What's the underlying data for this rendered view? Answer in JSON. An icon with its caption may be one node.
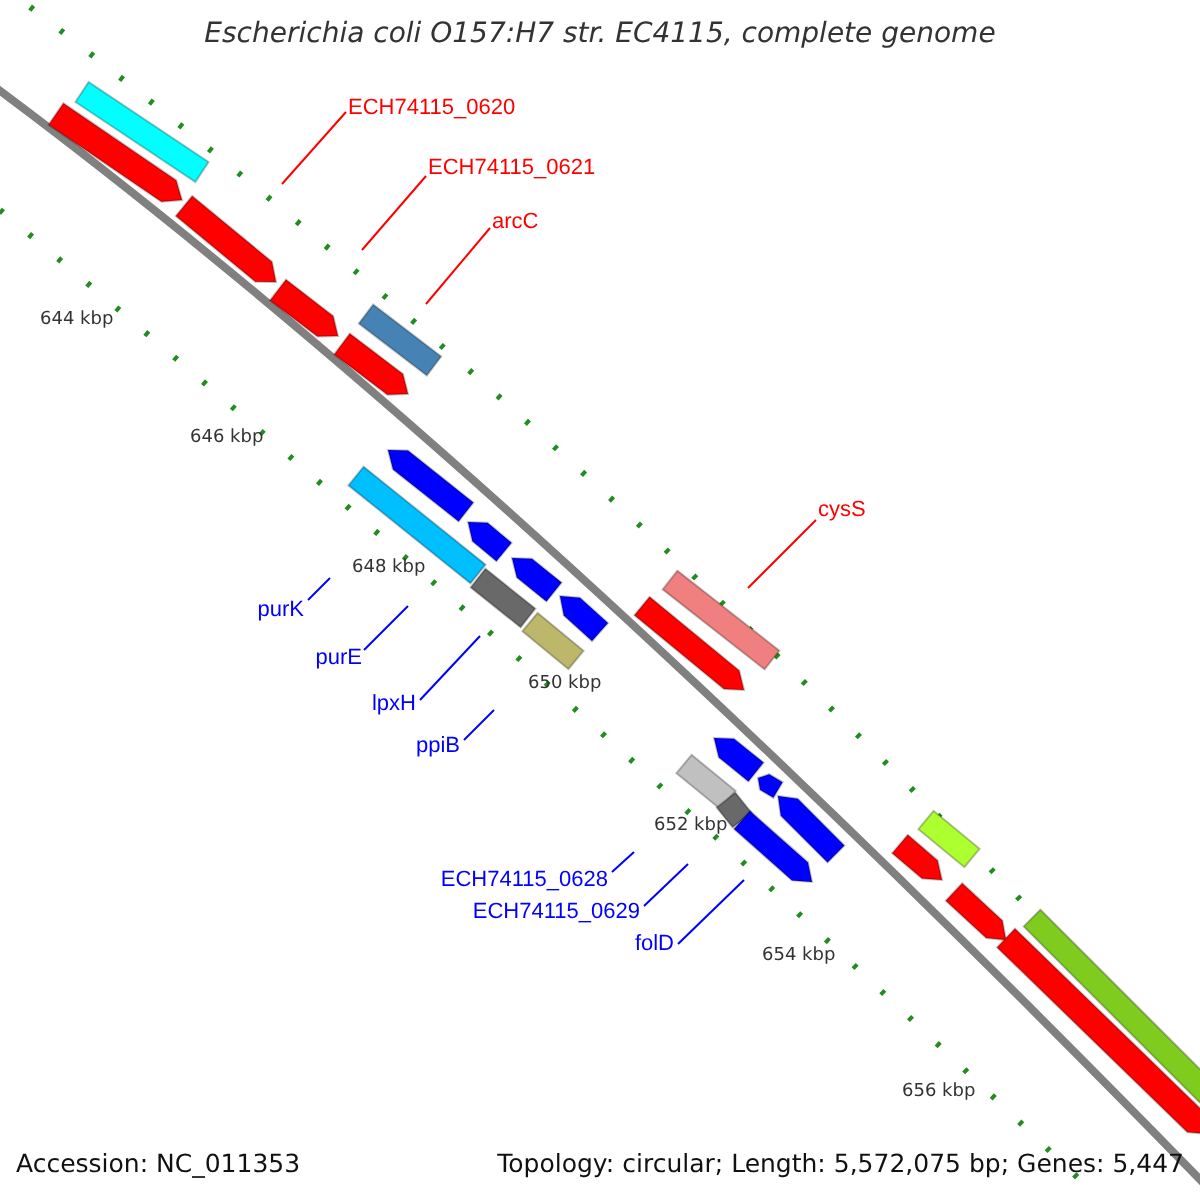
{
  "diagram": {
    "title": "Escherichia coli O157:H7 str. EC4115, complete genome",
    "nodes": [
      {
        "text": [
          "ECH74115_0620"
        ]
      },
      {
        "text": [
          "ECH74115_0621"
        ]
      },
      {
        "text": [
          "arcC"
        ]
      },
      {
        "text": [
          "purK"
        ]
      },
      {
        "text": [
          "cysS"
        ]
      },
      {
        "text": [
          "purE"
        ]
      },
      {
        "text": [
          "lpxH"
        ]
      },
      {
        "text": [
          "ppiB"
        ]
      },
      {
        "text": [
          "ECH74115_0628"
        ]
      },
      {
        "text": [
          "ECH74115_0629"
        ]
      },
      {
        "text": [
          "folD"
        ]
      }
    ],
    "edges": [
      {
        "from": 0,
        "to": null,
        "arrow": "none",
        "color": "#ff0000"
      },
      {
        "from": 1,
        "to": null,
        "arrow": "none",
        "color": "#ff0000"
      },
      {
        "from": 2,
        "to": null,
        "arrow": "none",
        "color": "#ff0000"
      },
      {
        "from": 3,
        "to": null,
        "arrow": "none"
      },
      {
        "from": 4,
        "to": null,
        "arrow": "none",
        "color": "#ff0000"
      },
      {
        "from": 5,
        "to": null,
        "arrow": "none"
      },
      {
        "from": 6,
        "to": null,
        "arrow": "none"
      },
      {
        "from": 7,
        "to": null,
        "arrow": "none"
      },
      {
        "from": 8,
        "to": null,
        "arrow": "none"
      },
      {
        "from": 9,
        "to": null,
        "arrow": "none"
      },
      {
        "from": 10,
        "to": null,
        "arrow": "none"
      }
    ],
    "labels": [
      "644 kbp",
      "646 kbp",
      "648 kbp",
      "650 kbp",
      "652 kbp",
      "654 kbp",
      "656 kbp",
      "Accession: NC_011353",
      "Topology: circular; Length: 5,572,075 bp; Genes: 5,447"
    ]
  }
}
